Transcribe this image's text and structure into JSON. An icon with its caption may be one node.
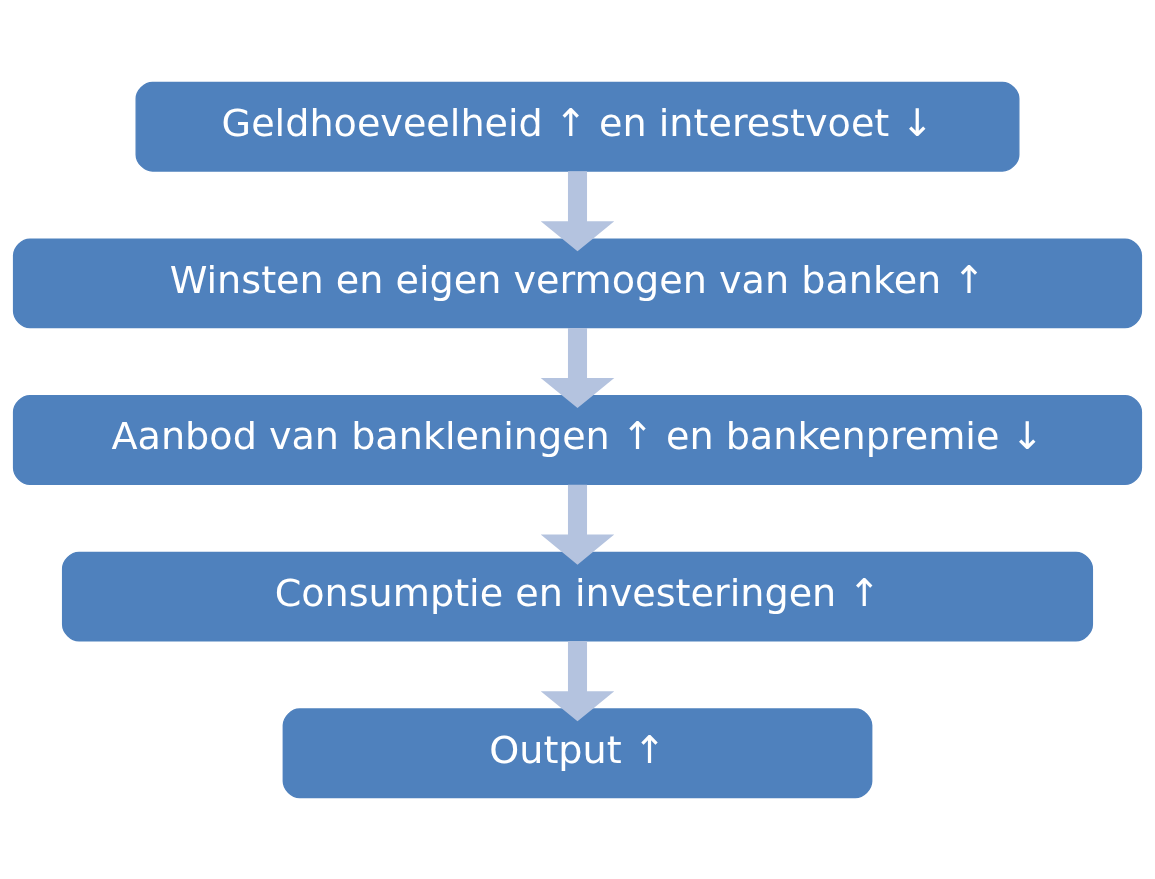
{
  "diagram": {
    "nodes": [
      {
        "text": [
          "Geldhoeveelheid ↑ en interestvoet ↓"
        ]
      },
      {
        "text": [
          "Winsten en eigen vermogen van banken ↑"
        ]
      },
      {
        "text": [
          "Aanbod van bankleningen ↑ en bankenpremie ↓"
        ]
      },
      {
        "text": [
          "Consumptie en investeringen ↑"
        ]
      },
      {
        "text": [
          "Output ↑"
        ]
      }
    ],
    "edges": [
      {
        "from": 0,
        "to": 1,
        "arrow": "to"
      },
      {
        "from": 1,
        "to": 2,
        "arrow": "to"
      },
      {
        "from": 2,
        "to": 3,
        "arrow": "to"
      },
      {
        "from": 3,
        "to": 4,
        "arrow": "to"
      }
    ]
  }
}
